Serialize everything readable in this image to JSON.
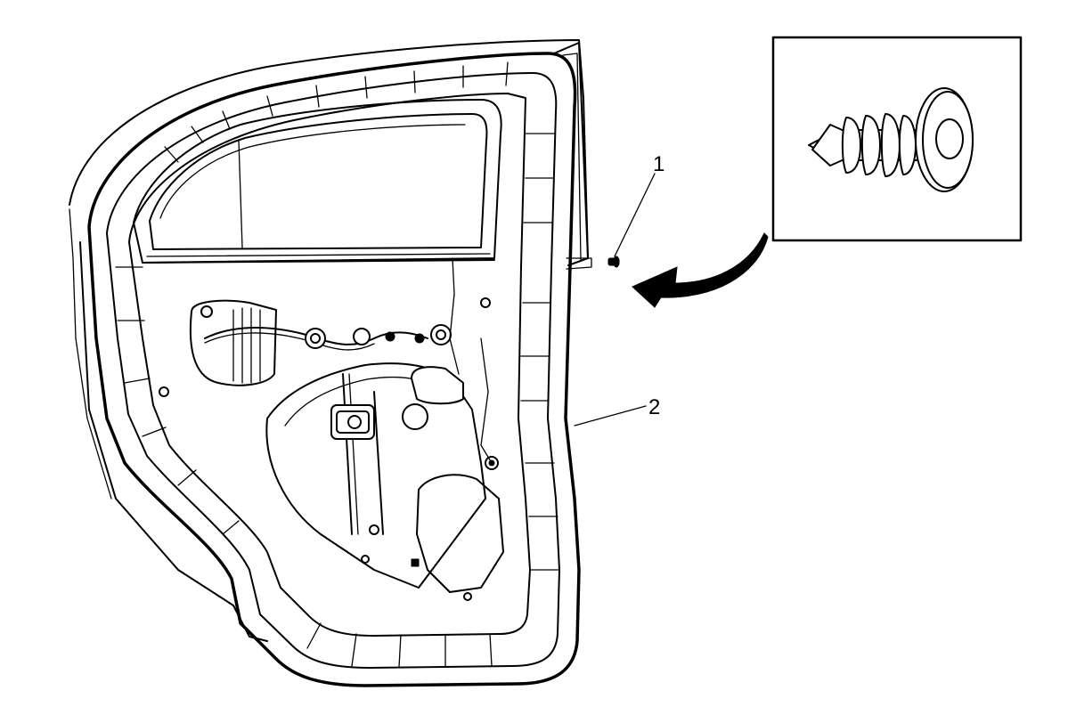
{
  "diagram": {
    "callouts": [
      {
        "id": "1",
        "label": "1",
        "target": "push-pin-retainer"
      },
      {
        "id": "2",
        "label": "2",
        "target": "door-water-deflector-seal"
      }
    ],
    "inset": {
      "subject": "push-pin-retainer-detail"
    },
    "colors": {
      "line": "#000000",
      "background": "#ffffff"
    }
  }
}
